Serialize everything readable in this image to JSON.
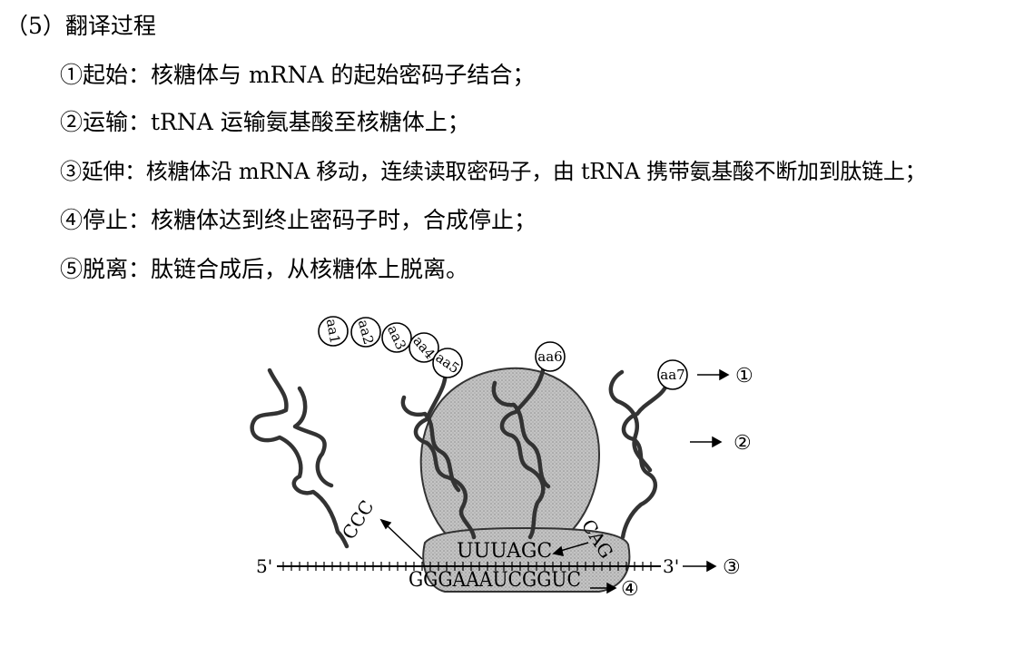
{
  "heading": "（5）翻译过程",
  "steps": [
    "①起始：核糖体与 mRNA 的起始密码子结合；",
    "②运输：tRNA 运输氨基酸至核糖体上；",
    "③延伸：核糖体沿 mRNA 移动，连续读取密码子，由 tRNA 携带氨基酸不断加到肽链上；",
    "④停止：核糖体达到终止密码子时，合成停止；",
    "⑤脱离：肽链合成后，从核糖体上脱离。"
  ],
  "figure": {
    "amino_acids": [
      "aa1",
      "aa2",
      "aa3",
      "aa4",
      "aa5",
      "aa6",
      "aa7"
    ],
    "exiting_anticodon": "CCC",
    "anticodons_in_ribosome": "UUUAGC",
    "incoming_anticodon": "CAG",
    "mrna_sequence": "GGGAAAUCGGUC",
    "five_prime": "5'",
    "three_prime": "3'",
    "callouts": [
      "①",
      "②",
      "③",
      "④"
    ]
  }
}
